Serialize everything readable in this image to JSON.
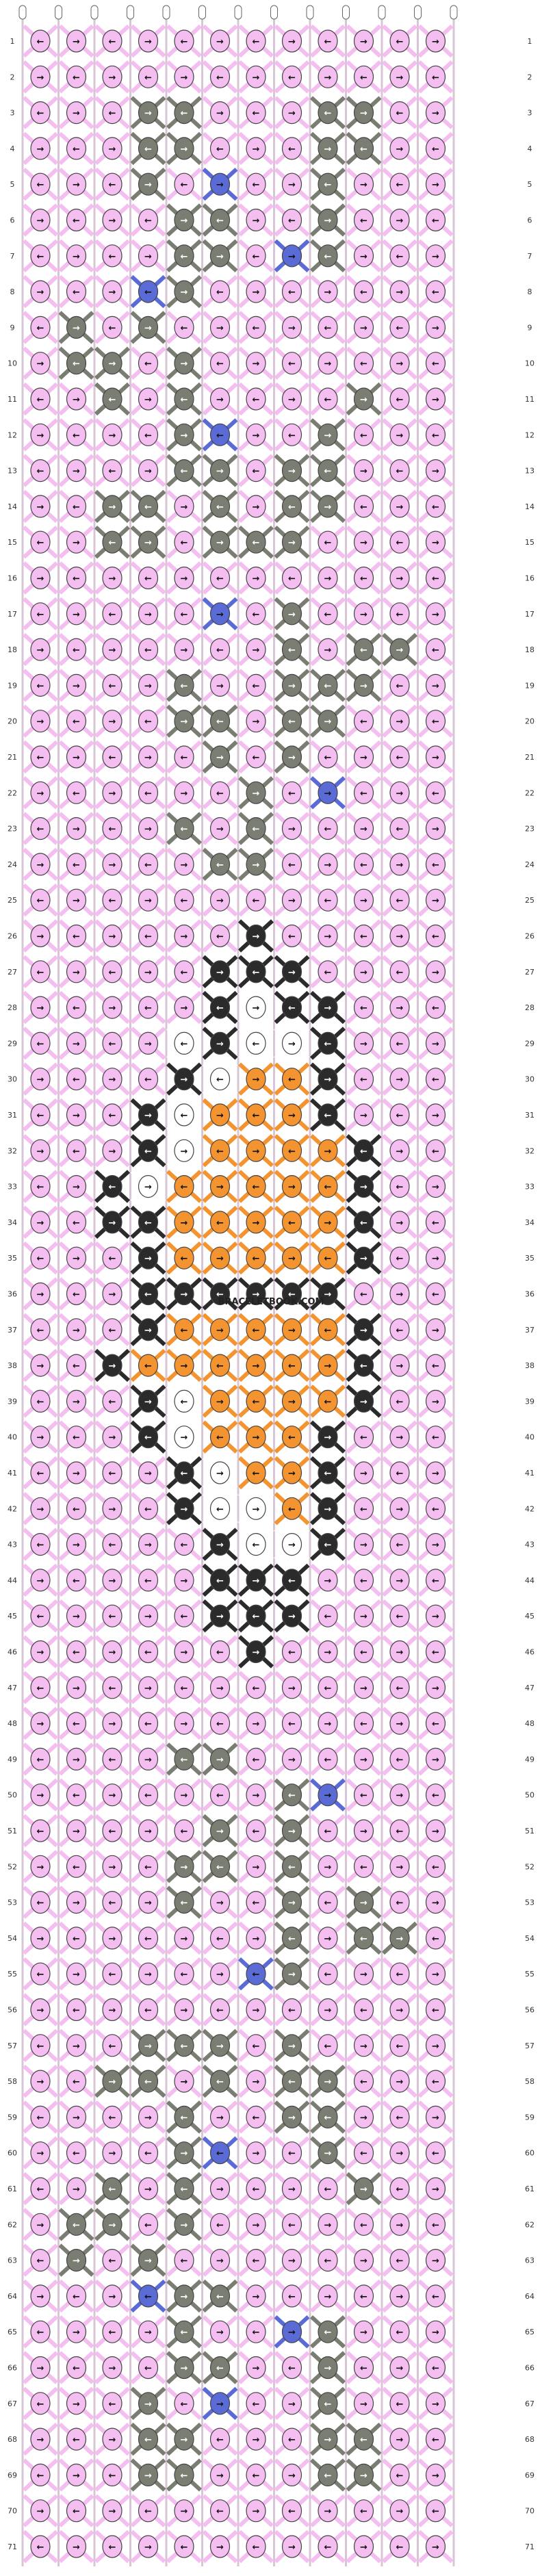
{
  "site_watermark": "BRACELETBOOK.COM",
  "pattern": {
    "rows": 71,
    "knots_per_row": 12,
    "strings": 13,
    "colors": {
      "P": "#f4bef0",
      "G": "#7a7d72",
      "B": "#5b6bd6",
      "K": "#2b2b2b",
      "W": "#ffffff",
      "O": "#f39431"
    },
    "string_colors": [
      "P",
      "G",
      "B",
      "P",
      "P",
      "P",
      "P",
      "P",
      "P",
      "K",
      "W",
      "O",
      "K"
    ],
    "rows_data": {
      "3": {
        "3": "G",
        "4": "G",
        "8": "G",
        "9": "G"
      },
      "4": {
        "3": "G",
        "4": "G",
        "8": "G",
        "9": "G"
      },
      "5": {
        "3": "G",
        "5": "B",
        "8": "G"
      },
      "6": {
        "4": "G",
        "5": "G",
        "8": "G"
      },
      "7": {
        "4": "G",
        "5": "G",
        "7": "B",
        "8": "G"
      },
      "8": {
        "3": "B",
        "4": "G"
      },
      "9": {
        "1": "G",
        "3": "G"
      },
      "10": {
        "1": "G",
        "2": "G",
        "4": "G"
      },
      "11": {
        "2": "G",
        "4": "G",
        "9": "G"
      },
      "12": {
        "4": "G",
        "5": "B",
        "8": "G"
      },
      "13": {
        "4": "G",
        "5": "G",
        "7": "G",
        "8": "G"
      },
      "14": {
        "2": "G",
        "3": "G",
        "5": "G",
        "7": "G",
        "8": "G"
      },
      "15": {
        "2": "G",
        "3": "G",
        "5": "G",
        "6": "G",
        "7": "G"
      },
      "16": {},
      "17": {
        "5": "B",
        "7": "G"
      },
      "18": {
        "7": "G",
        "9": "G",
        "10": "G"
      },
      "19": {
        "4": "G",
        "7": "G",
        "8": "G",
        "9": "G"
      },
      "20": {
        "4": "G",
        "5": "G",
        "7": "G",
        "8": "G"
      },
      "21": {
        "5": "G",
        "7": "G"
      },
      "22": {
        "6": "G",
        "8": "B"
      },
      "23": {
        "4": "G",
        "6": "G"
      },
      "24": {
        "5": "G",
        "6": "G"
      },
      "26": {
        "6": "K"
      },
      "27": {
        "5": "K",
        "6": "K",
        "7": "K"
      },
      "28": {
        "5": "K",
        "6": "W",
        "7": "K",
        "8": "K"
      },
      "29": {
        "4": "W",
        "5": "K",
        "6": "W",
        "7": "W",
        "8": "K"
      },
      "30": {
        "4": "K",
        "5": "W",
        "6": "O",
        "7": "O",
        "8": "K"
      },
      "31": {
        "3": "K",
        "4": "W",
        "5": "O",
        "6": "O",
        "7": "O",
        "8": "K"
      },
      "32": {
        "3": "K",
        "4": "W",
        "5": "O",
        "6": "O",
        "7": "O",
        "8": "O",
        "9": "K"
      },
      "33": {
        "2": "K",
        "3": "W",
        "4": "O",
        "5": "O",
        "6": "O",
        "7": "O",
        "8": "O",
        "9": "K"
      },
      "34": {
        "2": "K",
        "3": "K",
        "4": "O",
        "5": "O",
        "6": "O",
        "7": "O",
        "8": "O",
        "9": "K"
      },
      "35": {
        "3": "K",
        "4": "O",
        "5": "O",
        "6": "O",
        "7": "O",
        "8": "O",
        "9": "K"
      },
      "36": {
        "3": "K",
        "4": "K",
        "5": "K",
        "6": "K",
        "7": "K",
        "8": "K"
      },
      "37": {
        "3": "K",
        "4": "O",
        "5": "O",
        "6": "O",
        "7": "O",
        "8": "O",
        "9": "K"
      },
      "38": {
        "2": "K",
        "3": "O",
        "4": "O",
        "5": "O",
        "6": "O",
        "7": "O",
        "8": "O",
        "9": "K"
      },
      "39": {
        "3": "K",
        "4": "W",
        "5": "O",
        "6": "O",
        "7": "O",
        "8": "O",
        "9": "K"
      },
      "40": {
        "3": "K",
        "4": "W",
        "5": "O",
        "6": "O",
        "7": "O",
        "8": "K"
      },
      "41": {
        "4": "K",
        "5": "W",
        "6": "O",
        "7": "O",
        "8": "K"
      },
      "42": {
        "4": "K",
        "5": "W",
        "6": "W",
        "7": "O",
        "8": "K"
      },
      "43": {
        "5": "K",
        "6": "W",
        "7": "W",
        "8": "K"
      },
      "44": {
        "5": "K",
        "6": "K",
        "7": "K"
      },
      "45": {
        "5": "K",
        "6": "K",
        "7": "K"
      },
      "46": {
        "6": "K"
      },
      "49": {
        "4": "G",
        "5": "G"
      },
      "50": {
        "7": "G",
        "8": "B"
      },
      "51": {
        "5": "G",
        "7": "G"
      },
      "52": {
        "4": "G",
        "5": "G",
        "7": "G"
      },
      "53": {
        "4": "G",
        "7": "G",
        "9": "G"
      },
      "54": {
        "7": "G",
        "9": "G",
        "10": "G"
      },
      "55": {
        "6": "B",
        "7": "G"
      },
      "57": {
        "3": "G",
        "4": "G",
        "5": "G",
        "7": "G"
      },
      "58": {
        "2": "G",
        "3": "G",
        "5": "G",
        "7": "G",
        "8": "G"
      },
      "59": {
        "4": "G",
        "7": "G",
        "8": "G"
      },
      "60": {
        "4": "G",
        "5": "B",
        "8": "G"
      },
      "61": {
        "2": "G",
        "4": "G",
        "9": "G"
      },
      "62": {
        "1": "G",
        "2": "G",
        "4": "G"
      },
      "63": {
        "1": "G",
        "3": "G"
      },
      "64": {
        "3": "B",
        "4": "G",
        "5": "G"
      },
      "65": {
        "4": "G",
        "7": "B",
        "8": "G"
      },
      "66": {
        "4": "G",
        "5": "G",
        "8": "G"
      },
      "67": {
        "3": "G",
        "5": "B",
        "8": "G"
      },
      "68": {
        "3": "G",
        "4": "G",
        "8": "G",
        "9": "G"
      },
      "69": {
        "3": "G",
        "4": "G",
        "8": "G",
        "9": "G"
      }
    }
  },
  "icons": {
    "arrow_right": "→",
    "arrow_left": "←"
  }
}
